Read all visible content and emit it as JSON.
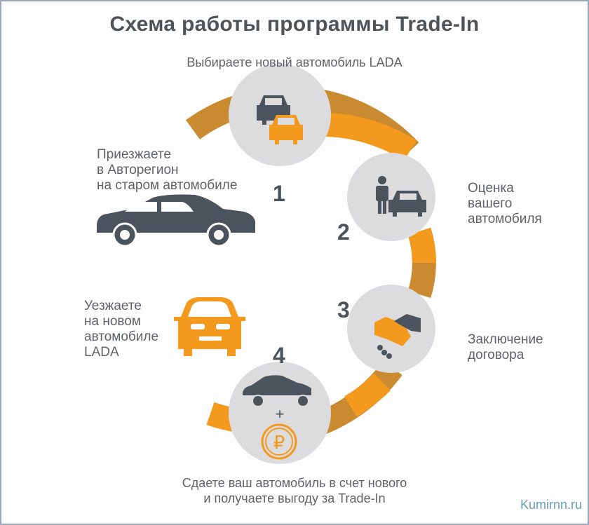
{
  "title": "Схема работы программы Trade-In",
  "steps": [
    {
      "number": "1",
      "circle_icon": "two-cars-icon",
      "label": "Выбираете новый автомобиль LADA"
    },
    {
      "number": "2",
      "circle_icon": "person-with-car-icon",
      "label_lines": [
        "Оценка",
        "вашего",
        "автомобиля"
      ]
    },
    {
      "number": "3",
      "circle_icon": "handshake-icon",
      "label_lines": [
        "Заключение",
        "договора"
      ]
    },
    {
      "number": "4",
      "circle_icon": "car-plus-ruble-icon",
      "label_lines": [
        "Сдаете ваш автомобиль в счет нового",
        "и получаете выгоду за Trade-In"
      ],
      "plus": "+",
      "currency": "₽"
    }
  ],
  "start": {
    "label_lines": [
      "Приезжаете",
      "в Авторегион",
      "на старом автомобиле"
    ],
    "icon": "old-car-side-icon"
  },
  "finish": {
    "label_lines": [
      "Уезжаете",
      "на новом",
      "автомобиле",
      "LADA"
    ],
    "icon": "new-lada-front-icon"
  },
  "watermark": "Kumirnn.ru",
  "colors": {
    "orange": "#f39a1e",
    "orange_dark": "#c98a30",
    "gray_circle": "#dcdcde",
    "dark_icon": "#4b535c",
    "text": "#5f6368"
  }
}
